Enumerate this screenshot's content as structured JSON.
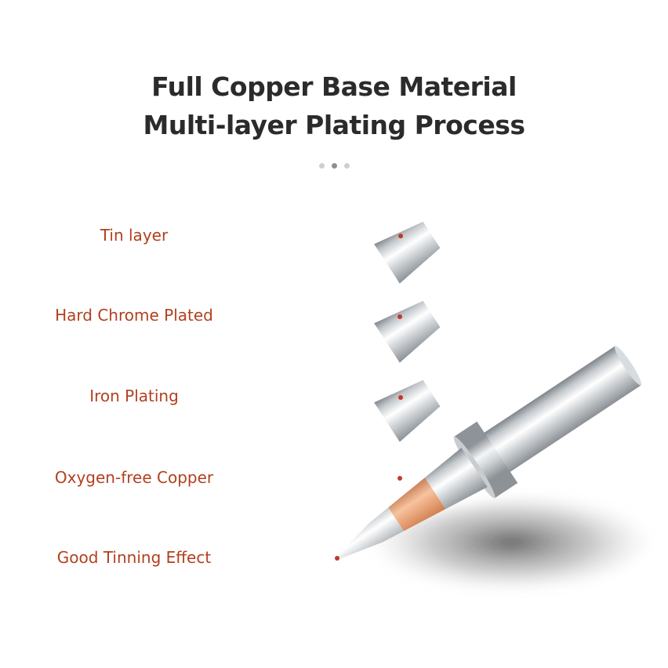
{
  "title": {
    "line1": "Full Copper Base Material",
    "line2": "Multi-layer Plating Process"
  },
  "pagination": {
    "total": 3,
    "active_index": 1
  },
  "layers": [
    {
      "label": "Tin layer"
    },
    {
      "label": "Hard Chrome Plated"
    },
    {
      "label": "Iron Plating"
    },
    {
      "label": "Oxygen-free Copper"
    },
    {
      "label": "Good Tinning Effect"
    }
  ],
  "colors": {
    "label_text": "#b2401f",
    "title_text": "#2b2b2b",
    "marker_dot": "#c0392b",
    "copper": "#e09a6e",
    "silver": "#cfd3d6"
  },
  "icons": [
    "soldering-tip-illustration",
    "marker-dot"
  ]
}
